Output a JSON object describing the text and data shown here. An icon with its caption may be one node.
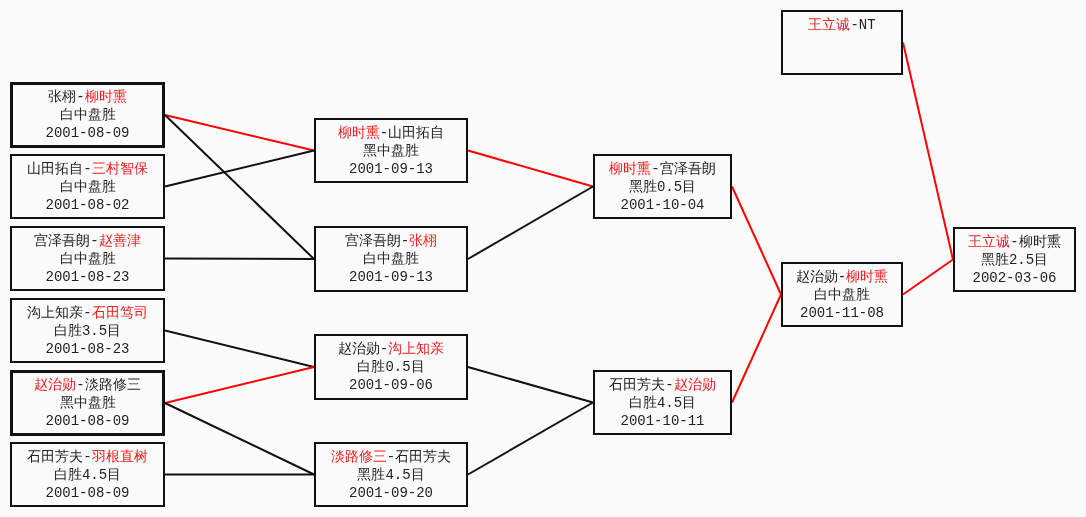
{
  "diagram": {
    "nodes": [
      {
        "text": [
          "张栩-柳时熏",
          "白中盘胜",
          "2001-08-09"
        ]
      },
      {
        "text": [
          "山田拓自-三村智保",
          "白中盘胜",
          "2001-08-02"
        ]
      },
      {
        "text": [
          "宫泽吾朗-赵善津",
          "白中盘胜",
          "2001-08-23"
        ]
      },
      {
        "text": [
          "沟上知亲-石田笃司",
          "白胜3.5目",
          "2001-08-23"
        ]
      },
      {
        "text": [
          "赵治勋-淡路修三",
          "黑中盘胜",
          "2001-08-09"
        ]
      },
      {
        "text": [
          "石田芳夫-羽根直树",
          "白胜4.5目",
          "2001-08-09"
        ]
      },
      {
        "text": [
          "柳时熏-山田拓自",
          "黑中盘胜",
          "2001-09-13"
        ]
      },
      {
        "text": [
          "宫泽吾朗-张栩",
          "白中盘胜",
          "2001-09-13"
        ]
      },
      {
        "text": [
          "赵治勋-沟上知亲",
          "白胜0.5目",
          "2001-09-06"
        ]
      },
      {
        "text": [
          "淡路修三-石田芳夫",
          "黑胜4.5目",
          "2001-09-20"
        ]
      },
      {
        "text": [
          "柳时熏-宫泽吾朗",
          "黑胜0.5目",
          "2001-10-04"
        ]
      },
      {
        "text": [
          "石田芳夫-赵治勋",
          "白胜4.5目",
          "2001-10-11"
        ]
      },
      {
        "text": [
          "王立诚-NT"
        ]
      },
      {
        "text": [
          "赵治勋-柳时熏",
          "白中盘胜",
          "2001-11-08"
        ]
      },
      {
        "text": [
          "王立诚-柳时熏",
          "黑胜2.5目",
          "2002-03-06"
        ]
      }
    ],
    "edges": [
      {
        "from": 0,
        "to": 6,
        "arrow": "none",
        "color": "#ff0000"
      },
      {
        "from": 0,
        "to": 7,
        "arrow": "none"
      },
      {
        "from": 1,
        "to": 6,
        "arrow": "none"
      },
      {
        "from": 2,
        "to": 7,
        "arrow": "none"
      },
      {
        "from": 3,
        "to": 8,
        "arrow": "none"
      },
      {
        "from": 4,
        "to": 8,
        "arrow": "none",
        "color": "#ff0000"
      },
      {
        "from": 4,
        "to": 9,
        "arrow": "none"
      },
      {
        "from": 5,
        "to": 9,
        "arrow": "none"
      },
      {
        "from": 6,
        "to": 10,
        "arrow": "none",
        "color": "#ff0000"
      },
      {
        "from": 7,
        "to": 10,
        "arrow": "none"
      },
      {
        "from": 8,
        "to": 11,
        "arrow": "none"
      },
      {
        "from": 9,
        "to": 11,
        "arrow": "none"
      },
      {
        "from": 10,
        "to": 13,
        "arrow": "none",
        "color": "#ff0000"
      },
      {
        "from": 11,
        "to": 13,
        "arrow": "none",
        "color": "#ff0000"
      },
      {
        "from": 13,
        "to": 14,
        "arrow": "none",
        "color": "#ff0000"
      },
      {
        "from": 12,
        "to": 14,
        "arrow": "none",
        "color": "#ff0000"
      }
    ]
  }
}
